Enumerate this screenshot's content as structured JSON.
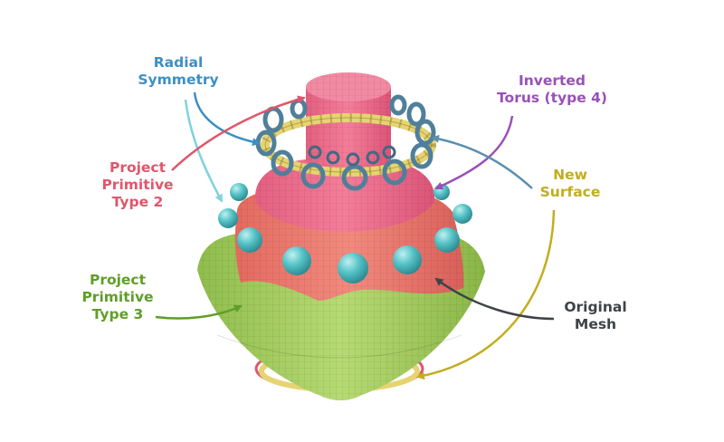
{
  "labels": {
    "radial_symmetry": {
      "lines": [
        "Radial",
        "Symmetry"
      ],
      "color": "#3d8fc4"
    },
    "inverted_torus": {
      "lines": [
        "Inverted",
        "Torus (type 4)"
      ],
      "color": "#9b4fb8"
    },
    "project_primitive_2": {
      "lines": [
        "Project",
        "Primitive",
        "Type 2"
      ],
      "color": "#e0566b"
    },
    "new_surface": {
      "lines": [
        "New",
        "Surface"
      ],
      "color": "#c2ad1f"
    },
    "project_primitive_3": {
      "lines": [
        "Project",
        "Primitive",
        "Type 3"
      ],
      "color": "#5f9e2a"
    },
    "original_mesh": {
      "lines": [
        "Original",
        "Mesh"
      ],
      "color": "#3f4347"
    }
  },
  "colors": {
    "pink_mesh": "#ef6f8c",
    "salmon_mesh": "#ee7a6e",
    "green_mesh": "#a9cf66",
    "teal_spheres": "#55c2c6",
    "torus_rings": "#4f7f9a",
    "gold_surface": "#e6d472",
    "arrow_cyan": "#7fd3dc"
  }
}
